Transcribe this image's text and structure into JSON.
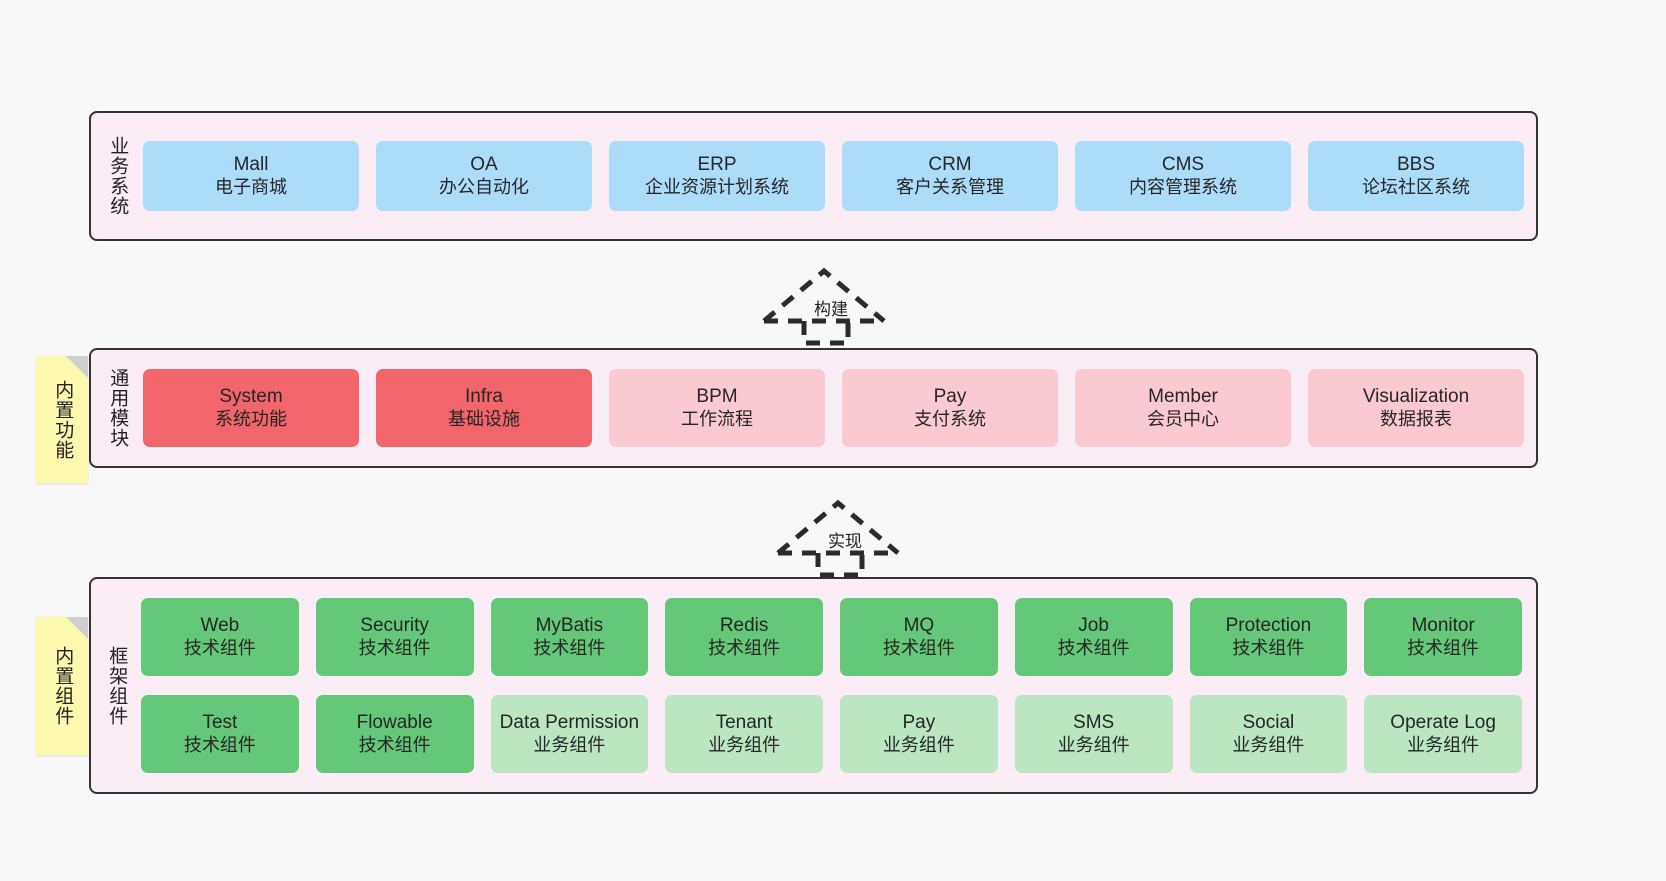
{
  "diagram": {
    "notes": [
      {
        "id": "builtin-features",
        "text": "内置功能"
      },
      {
        "id": "builtin-components",
        "text": "内置组件"
      }
    ],
    "connectors": [
      {
        "id": "build",
        "label": "构建",
        "style": "dashed-hollow-triangle"
      },
      {
        "id": "implement",
        "label": "实现",
        "style": "dashed-hollow-triangle"
      }
    ],
    "layers": [
      {
        "id": "business-systems",
        "title": "业务系统",
        "rows": [
          {
            "cells": [
              {
                "en": "Mall",
                "cn": "电子商城",
                "color": "#abddfb"
              },
              {
                "en": "OA",
                "cn": "办公自动化",
                "color": "#abddfb"
              },
              {
                "en": "ERP",
                "cn": "企业资源计划系统",
                "color": "#abddfb"
              },
              {
                "en": "CRM",
                "cn": "客户关系管理",
                "color": "#abddfb"
              },
              {
                "en": "CMS",
                "cn": "内容管理系统",
                "color": "#abddfb"
              },
              {
                "en": "BBS",
                "cn": "论坛社区系统",
                "color": "#abddfb"
              }
            ]
          }
        ]
      },
      {
        "id": "common-modules",
        "title": "通用模块",
        "rows": [
          {
            "cells": [
              {
                "en": "System",
                "cn": "系统功能",
                "color": "#f2656a"
              },
              {
                "en": "Infra",
                "cn": "基础设施",
                "color": "#f2656a"
              },
              {
                "en": "BPM",
                "cn": "工作流程",
                "color": "#fbc9d2"
              },
              {
                "en": "Pay",
                "cn": "支付系统",
                "color": "#fbc9d2"
              },
              {
                "en": "Member",
                "cn": "会员中心",
                "color": "#fbc9d2"
              },
              {
                "en": "Visualization",
                "cn": "数据报表",
                "color": "#fbc9d2"
              }
            ]
          }
        ]
      },
      {
        "id": "framework-components",
        "title": "框架组件",
        "rows": [
          {
            "cells": [
              {
                "en": "Web",
                "cn": "技术组件",
                "color": "#64c878"
              },
              {
                "en": "Security",
                "cn": "技术组件",
                "color": "#64c878"
              },
              {
                "en": "MyBatis",
                "cn": "技术组件",
                "color": "#64c878"
              },
              {
                "en": "Redis",
                "cn": "技术组件",
                "color": "#64c878"
              },
              {
                "en": "MQ",
                "cn": "技术组件",
                "color": "#64c878"
              },
              {
                "en": "Job",
                "cn": "技术组件",
                "color": "#64c878"
              },
              {
                "en": "Protection",
                "cn": "技术组件",
                "color": "#64c878"
              },
              {
                "en": "Monitor",
                "cn": "技术组件",
                "color": "#64c878"
              }
            ]
          },
          {
            "cells": [
              {
                "en": "Test",
                "cn": "技术组件",
                "color": "#64c878"
              },
              {
                "en": "Flowable",
                "cn": "技术组件",
                "color": "#64c878"
              },
              {
                "en": "Data Permission",
                "cn": "业务组件",
                "color": "#bae6c2"
              },
              {
                "en": "Tenant",
                "cn": "业务组件",
                "color": "#bae6c2"
              },
              {
                "en": "Pay",
                "cn": "业务组件",
                "color": "#bae6c2"
              },
              {
                "en": "SMS",
                "cn": "业务组件",
                "color": "#bae6c2"
              },
              {
                "en": "Social",
                "cn": "业务组件",
                "color": "#bae6c2"
              },
              {
                "en": "Operate Log",
                "cn": "业务组件",
                "color": "#bae6c2"
              }
            ]
          }
        ]
      }
    ]
  }
}
